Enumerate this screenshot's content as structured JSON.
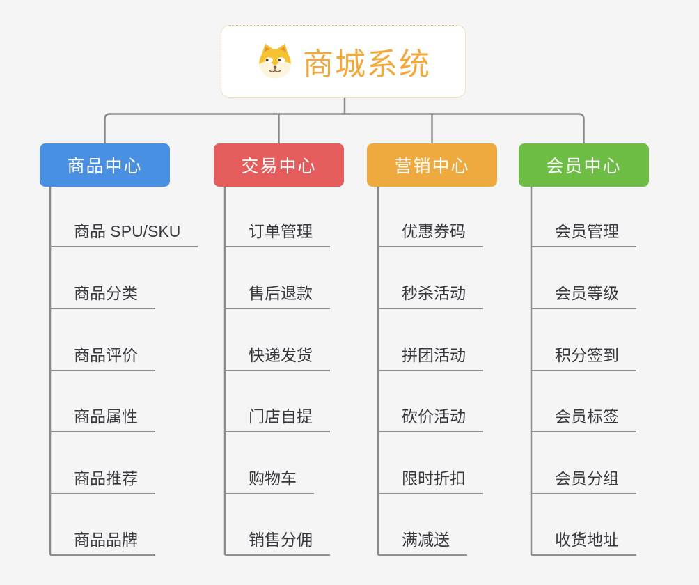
{
  "canvas": {
    "background": "#f5f5f5",
    "connector_color": "#8a8a8a"
  },
  "root": {
    "title": "商城系统",
    "icon": "dog-face-icon",
    "text_color": "#f2a93b",
    "border_color": "#f0bd72"
  },
  "branches": [
    {
      "label": "商品中心",
      "color": "#4a90e2",
      "items": [
        "商品 SPU/SKU",
        "商品分类",
        "商品评价",
        "商品属性",
        "商品推荐",
        "商品品牌"
      ]
    },
    {
      "label": "交易中心",
      "color": "#e45c5c",
      "items": [
        "订单管理",
        "售后退款",
        "快递发货",
        "门店自提",
        "购物车",
        "销售分佣"
      ]
    },
    {
      "label": "营销中心",
      "color": "#efaa3f",
      "items": [
        "优惠券码",
        "秒杀活动",
        "拼团活动",
        "砍价活动",
        "限时折扣",
        "满减送"
      ]
    },
    {
      "label": "会员中心",
      "color": "#6ebe45",
      "items": [
        "会员管理",
        "会员等级",
        "积分签到",
        "会员标签",
        "会员分组",
        "收货地址"
      ]
    }
  ]
}
